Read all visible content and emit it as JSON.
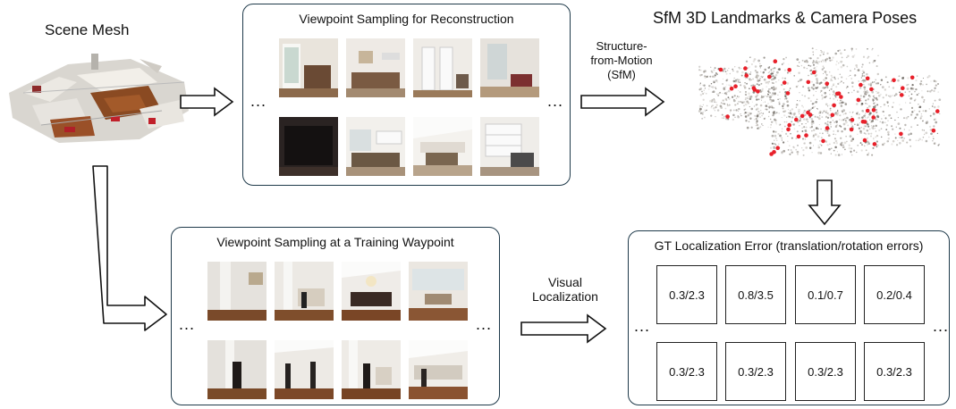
{
  "titles": {
    "scene_mesh": "Scene Mesh",
    "sfm": "SfM 3D Landmarks & Camera Poses"
  },
  "panels": {
    "recon": {
      "title": "Viewpoint Sampling for Reconstruction"
    },
    "training": {
      "title": "Viewpoint Sampling at a Training Waypoint"
    },
    "gt": {
      "title": "GT Localization Error (translation/rotation errors)"
    }
  },
  "ellipsis": "...",
  "arrows": {
    "sfm_label": [
      "Structure-",
      "from-Motion",
      "(SfM)"
    ],
    "vl_label": [
      "Visual",
      "Localization"
    ]
  },
  "errors": {
    "row1": [
      "0.3/2.3",
      "0.8/3.5",
      "0.1/0.7",
      "0.2/0.4"
    ],
    "row2": [
      "0.3/2.3",
      "0.3/2.3",
      "0.3/2.3",
      "0.3/2.3"
    ]
  },
  "colors": {
    "panel_border": "#1f3a4a",
    "landmark_red": "#e8202a",
    "floor_wood": "#8a4a22"
  },
  "icons": {
    "scene_mesh": "3d-floorplan-mesh-image",
    "point_cloud": "sfm-point-cloud-image",
    "thumbnails": "room-photo-thumbnail"
  }
}
